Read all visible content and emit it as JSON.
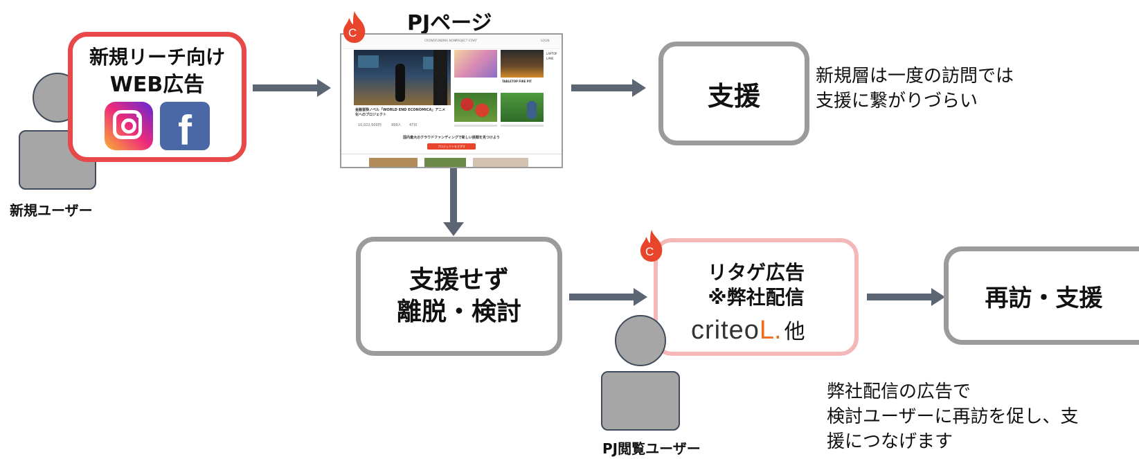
{
  "ad_box": {
    "title_line1": "新規リーチ向け",
    "title_line2": "WEB広告",
    "border_color": "#e84848",
    "instagram_icon": "instagram-icon",
    "facebook_icon": "facebook-icon",
    "facebook_glyph": "f"
  },
  "new_user": {
    "label": "新規ユーザー"
  },
  "pj_page": {
    "title": "PJページ",
    "badge_letter": "C",
    "badge_color": "#e8452c",
    "screenshot": {
      "nav_left": "CROWDFUNDING NOW",
      "nav_mid": "PROJECT START",
      "nav_right": "LOGIN",
      "tile_top_right_label": "TABLETOP FIRE PIT",
      "tile_side_label": "LAPTOP LANE",
      "feature_title": "金融冒険ノベル「WORLD END ECONOMICA」アニメ化へのプロジェクト",
      "feature_amount": "10,022,500円",
      "feature_backers": "999人",
      "feature_days": "47日",
      "tagline": "国内最大のクラウドファンディングで新しい挑戦を見つけよう",
      "cta": "プロジェクトをさがす"
    }
  },
  "support_box": {
    "label": "支援"
  },
  "note_top": {
    "line1": "新規層は一度の訪問では",
    "line2": "支援に繋がりづらい"
  },
  "leave_box": {
    "line1": "支援せず",
    "line2": "離脱・検討"
  },
  "retarget_box": {
    "line1": "リタゲ広告",
    "line2": "※弊社配信",
    "logo_text": "criteo",
    "logo_mark": "L.",
    "logo_suffix": "他",
    "border_color": "#f5b8b8",
    "badge_letter": "C"
  },
  "revisit_box": {
    "label": "再訪・支援"
  },
  "pj_viewer": {
    "label": "PJ閲覧ユーザー"
  },
  "note_bottom": {
    "line1": "弊社配信の広告で",
    "line2": "検討ユーザーに再訪を促し、支",
    "line3": "援につなげます"
  },
  "colors": {
    "arrow": "#5b6573",
    "gray_border": "#9b9b9b",
    "criteo_orange": "#f26b1d"
  }
}
